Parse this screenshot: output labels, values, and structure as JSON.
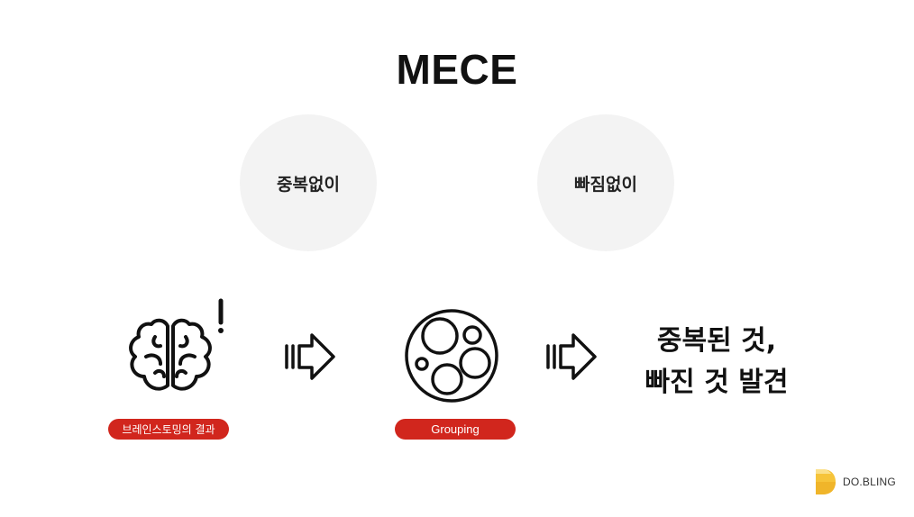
{
  "title": "MECE",
  "principles": {
    "left": "중복없이",
    "right": "빠짐없이"
  },
  "steps": {
    "brainstorm_label": "브레인스토밍의 결과",
    "grouping_label": "Grouping",
    "result_line1": "중복된 것,",
    "result_line2": "빠진 것 발견"
  },
  "icons": {
    "brain": "brain-icon",
    "exclamation": "exclamation-icon",
    "arrow": "double-arrow-right-icon",
    "grouping": "grouping-circles-icon",
    "logo": "dobling-logo"
  },
  "colors": {
    "accent": "#d1261d",
    "circle_bg": "#f3f3f3",
    "logo_yellow": "#f6c43a",
    "logo_light": "#fbe08a"
  },
  "brand": {
    "name": "DO.BLING"
  }
}
